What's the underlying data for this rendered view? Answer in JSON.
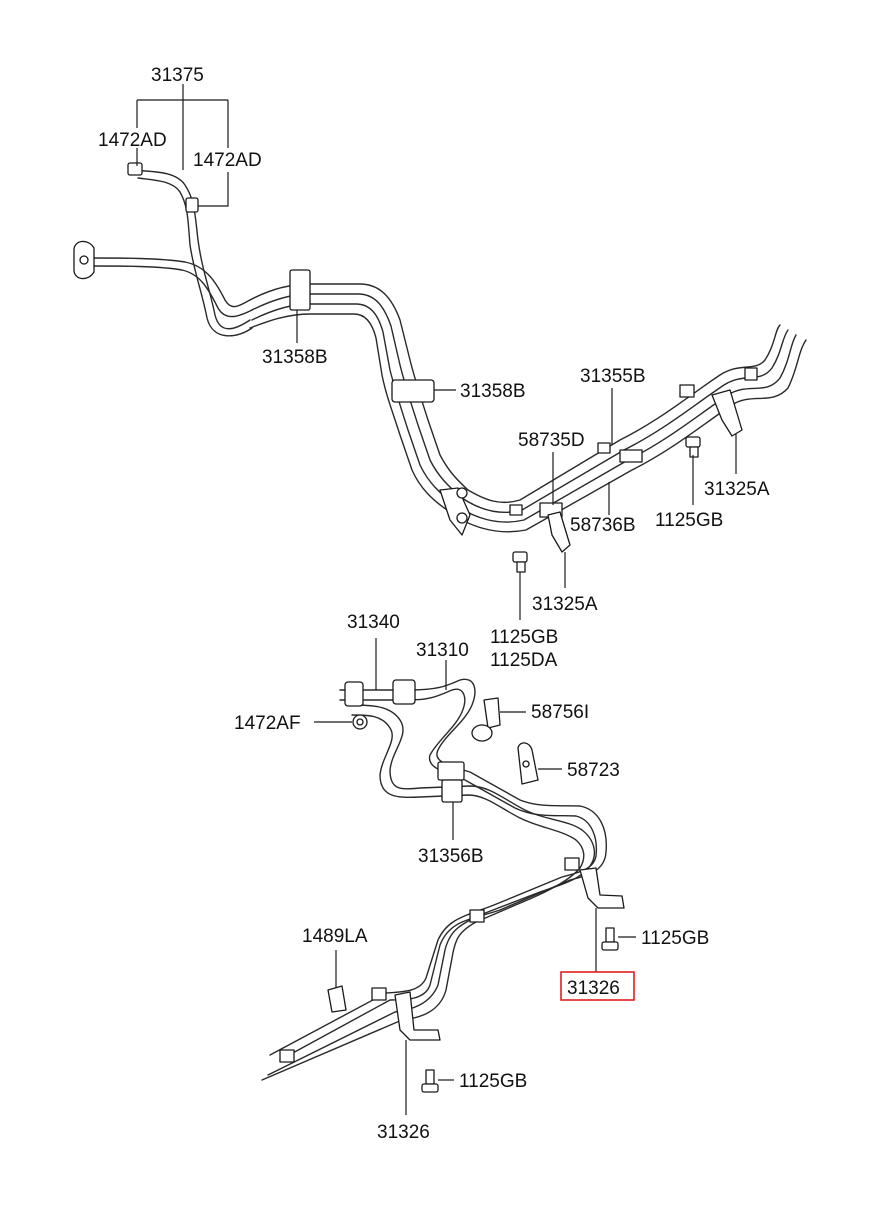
{
  "labels": {
    "l31375": "31375",
    "l1472AD_a": "1472AD",
    "l1472AD_b": "1472AD",
    "l31358B_a": "31358B",
    "l31358B_b": "31358B",
    "l31355B": "31355B",
    "l58735D": "58735D",
    "l31325A_a": "31325A",
    "l58736B": "58736B",
    "l1125GB_a": "1125GB",
    "l31325A_b": "31325A",
    "l1125GB_b": "1125GB",
    "l1125DA": "1125DA",
    "l31340": "31340",
    "l31310": "31310",
    "l58756I": "58756I",
    "l1472AF": "1472AF",
    "l58723": "58723",
    "l31356B": "31356B",
    "l1489LA": "1489LA",
    "l1125GB_c": "1125GB",
    "l31326_a": "31326",
    "l1125GB_d": "1125GB",
    "l31326_b": "31326"
  },
  "highlight_color": "#e02020"
}
